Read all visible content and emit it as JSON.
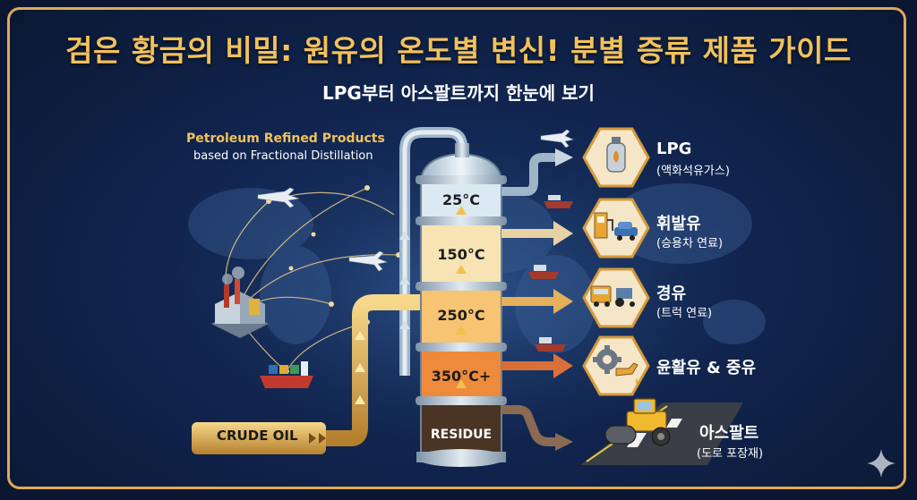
{
  "title": "검은 황금의 비밀: 원유의 온도별 변신! 분별 증류 제품 가이드",
  "subtitle": "LPG부터 아스팔트까지 한눈에 보기",
  "caption": {
    "line1": "Petroleum Refined Products",
    "line2": "based on Fractional Distillation"
  },
  "column": {
    "temperatures": [
      "25°C",
      "150°C",
      "250°C",
      "350°C+"
    ],
    "residue_label": "RESIDUE"
  },
  "feed_label": "CRUDE OIL",
  "products": [
    {
      "name": "LPG",
      "desc": "(액화석유가스)",
      "icon": "gas-cylinder-icon"
    },
    {
      "name": "휘발유",
      "desc": "(승용차 연료)",
      "icon": "fuel-pump-car-icon"
    },
    {
      "name": "경유",
      "desc": "(트럭 연료)",
      "icon": "truck-tractor-icon"
    },
    {
      "name": "윤활유 & 중유",
      "desc": "",
      "icon": "gear-oil-can-icon"
    },
    {
      "name": "아스팔트",
      "desc": "(도로 포장재)",
      "icon": "road-roller-icon"
    }
  ],
  "colors": {
    "title": "#f1c15c",
    "frame": "#e0a85a",
    "background": "#112550",
    "layer_top": "#dbe9f2",
    "layer_2": "#f7e3b4",
    "layer_3": "#f6c472",
    "layer_4": "#ee8a3c",
    "residue": "#4a3424",
    "arrow_gold": "#e5b05a"
  }
}
